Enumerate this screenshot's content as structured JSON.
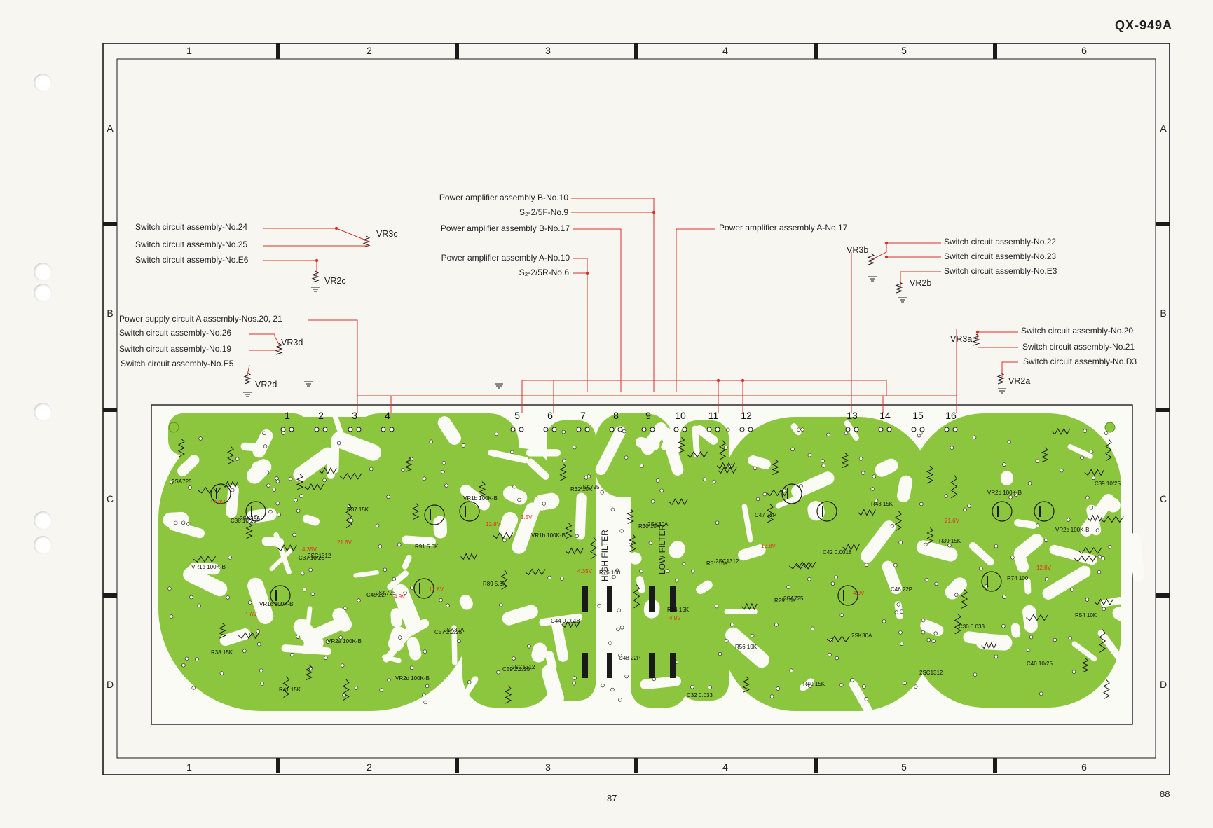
{
  "header": {
    "model": "QX-949A"
  },
  "footer": {
    "left_page": "87",
    "right_page": "88"
  },
  "grid": {
    "columns": [
      "1",
      "2",
      "3",
      "4",
      "5",
      "6"
    ],
    "rows": [
      "A",
      "B",
      "C",
      "D"
    ]
  },
  "colors": {
    "board": "#8cc63f",
    "wire": "#d9302b",
    "frame": "#1a1a1a"
  },
  "connections": {
    "left": [
      "Switch circuit assembly-No.24",
      "Switch circuit assembly-No.25",
      "Switch circuit assembly-No.E6",
      "Power supply circuit A assembly-Nos.20, 21",
      "Switch circuit assembly-No.26",
      "Switch circuit assembly-No.19",
      "Switch circuit assembly-No.E5"
    ],
    "center": [
      "Power amplifier assembly B-No.10",
      "S₂-2/5F-No.9",
      "Power amplifier assembly B-No.17",
      "Power amplifier assembly A-No.10",
      "S₂-2/5R-No.6",
      "Power amplifier assembly A-No.17"
    ],
    "right": [
      "Switch circuit assembly-No.22",
      "Switch circuit assembly-No.23",
      "Switch circuit assembly-No.E3",
      "Switch circuit assembly-No.20",
      "Switch circuit assembly-No.21",
      "Switch circuit assembly-No.D3"
    ]
  },
  "controls": [
    "VR3c",
    "VR2c",
    "VR3d",
    "VR2d",
    "VR3b",
    "VR2b",
    "VR3a",
    "VR2a"
  ],
  "terminals": [
    "1",
    "2",
    "3",
    "4",
    "5",
    "6",
    "7",
    "8",
    "9",
    "10",
    "11",
    "12",
    "13",
    "14",
    "15",
    "16"
  ],
  "board": {
    "filters": [
      "HIGH FILTER",
      "LOW FILTER"
    ],
    "parts": [
      "2SA725",
      "2SK30A",
      "2SC1312",
      "2SA725",
      "2SK30A",
      "2SC1312",
      "2SA725",
      "2SK30A",
      "2SC1312",
      "2SA725",
      "2SK30A",
      "2SC1312",
      "VR2d 100K-B",
      "VR2c 100K-B",
      "VR1d 100K-B",
      "VR1c 100K-B",
      "VR2a 100K-B",
      "VR2d 100K-B",
      "VR1b 100K-B",
      "VR1b 100K-B",
      "R76 100",
      "R44 15K",
      "R56 10K",
      "R40 15K",
      "R43 15K",
      "R39 15K",
      "R74 100",
      "R54 10K",
      "R38 15K",
      "R41 15K",
      "R37 15K",
      "R91 5.6K",
      "R89 5.6K",
      "C44 0.0018",
      "C48 22P",
      "C32 0.033",
      "C47 22P",
      "C42 0.0018",
      "C46 22P",
      "C30 0.033",
      "C40 10/25",
      "C39 10/25",
      "C38 10/25",
      "C37 10/25",
      "C45 22P",
      "C57 2.2/25",
      "C59 2.2/25",
      "R32 10K",
      "R30 10K",
      "R31 10K",
      "R29 10K"
    ],
    "voltages": [
      "12.8V",
      "4.35V",
      "4.9V",
      "12.8V",
      "4.35V",
      "4.9V",
      "12.8V",
      "4.9V",
      "21.6V",
      "12.8V",
      "1.6V",
      "21.6V",
      "12.8V",
      "1.5V"
    ]
  }
}
